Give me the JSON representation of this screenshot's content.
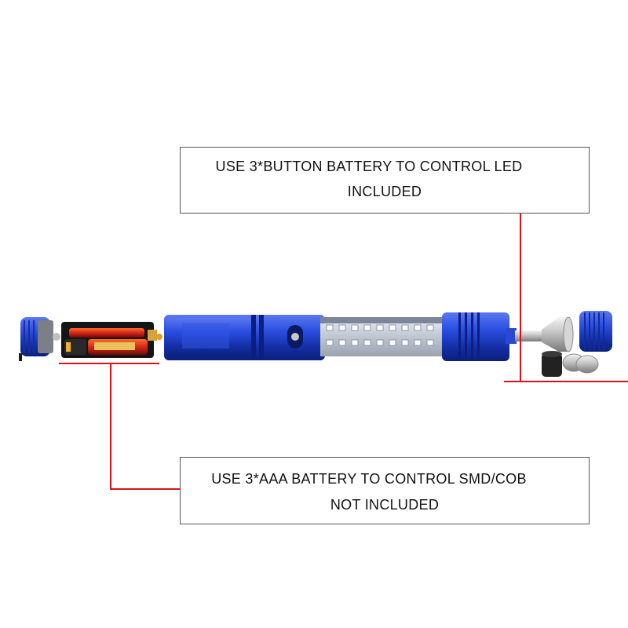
{
  "callouts": {
    "top": {
      "line1": "USE 3*BUTTON BATTERY TO CONTROL LED",
      "line2": "INCLUDED"
    },
    "bottom": {
      "line1": "USE 3*AAA BATTERY TO CONTROL SMD/COB",
      "line2": "NOT INCLUDED"
    }
  },
  "colors": {
    "body_blue": "#1c3fd0",
    "callout_line": "#d8121a",
    "box_border": "#555555"
  }
}
